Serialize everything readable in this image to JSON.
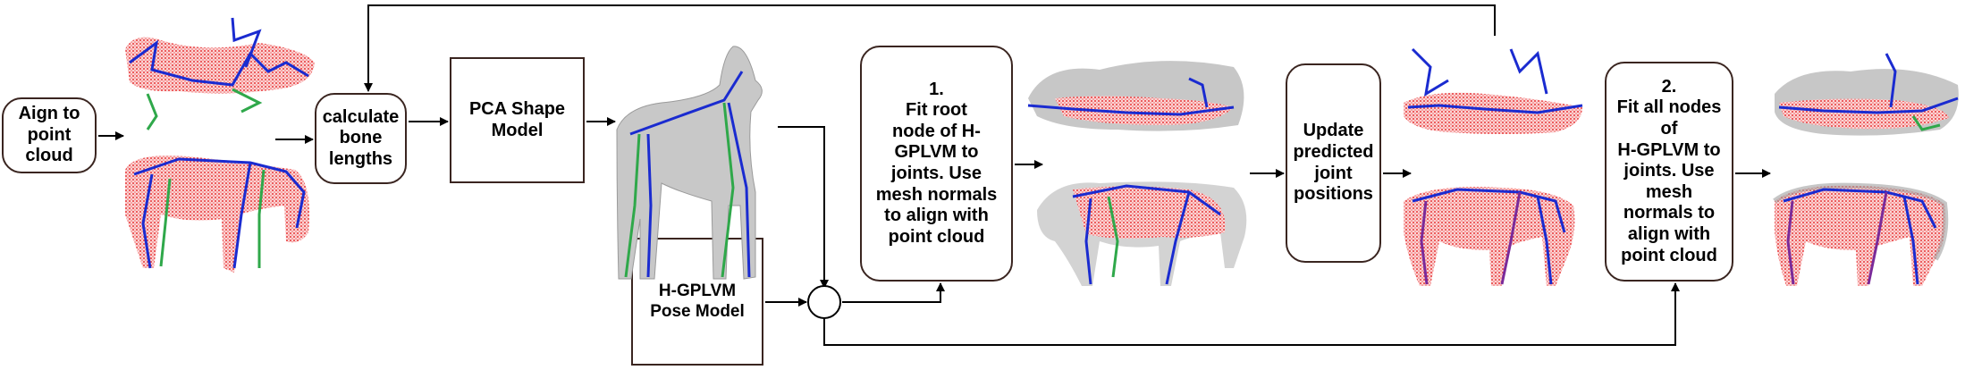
{
  "boxes": {
    "align": "Aign to\npoint\ncloud",
    "bone": "calculate\nbone\nlengths",
    "pca": "PCA Shape\nModel",
    "hgplvm": "H-GPLVM\nPose Model",
    "fit_root": "1.\nFit root\nnode of H-\nGPLVM to\njoints. Use\nmesh normals\nto align with\npoint cloud",
    "update": "Update\npredicted\njoint\npositions",
    "fit_all": "2.\nFit all nodes\nof\nH-GPLVM to\njoints. Use\nmesh\nnormals to\nalign with\npoint cloud"
  },
  "colors": {
    "box_border": "#3a2520",
    "arrow": "#000000",
    "cloud": "#e8383a",
    "skeleton_blue": "#1a2bd0",
    "skeleton_green": "#2fa84a",
    "mesh_grey": "#b0b0b0",
    "skeleton_purple": "#7a2a9a"
  },
  "icons": [
    "combine-circle-icon",
    "point-cloud-image",
    "dog-mesh-image"
  ]
}
